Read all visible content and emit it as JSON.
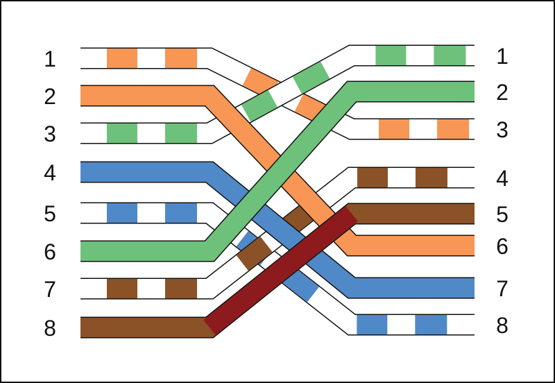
{
  "title": "Crossover cable pinout",
  "left_pins": [
    "1",
    "2",
    "3",
    "4",
    "5",
    "6",
    "7",
    "8"
  ],
  "right_pins": [
    "1",
    "2",
    "3",
    "4",
    "5",
    "6",
    "7",
    "8"
  ],
  "colors": {
    "orange": "#F79655",
    "green": "#6EC17A",
    "blue": "#4F89C8",
    "brown": "#8B5127",
    "crossing_red": "#8D1A1D",
    "white": "#FFFFFF",
    "outline": "#111111"
  },
  "wires": [
    {
      "name": "white-orange",
      "from": 1,
      "to": 3,
      "color": "orange",
      "striped": true
    },
    {
      "name": "orange",
      "from": 2,
      "to": 6,
      "color": "orange",
      "striped": false
    },
    {
      "name": "white-green",
      "from": 3,
      "to": 1,
      "color": "green",
      "striped": true
    },
    {
      "name": "blue",
      "from": 4,
      "to": 7,
      "color": "blue",
      "striped": false
    },
    {
      "name": "white-blue",
      "from": 5,
      "to": 8,
      "color": "blue",
      "striped": true
    },
    {
      "name": "green",
      "from": 6,
      "to": 2,
      "color": "green",
      "striped": false
    },
    {
      "name": "white-brown",
      "from": 7,
      "to": 4,
      "color": "brown",
      "striped": true
    },
    {
      "name": "brown",
      "from": 8,
      "to": 5,
      "color": "brown",
      "striped": false,
      "cross_color": "crossing_red"
    }
  ]
}
